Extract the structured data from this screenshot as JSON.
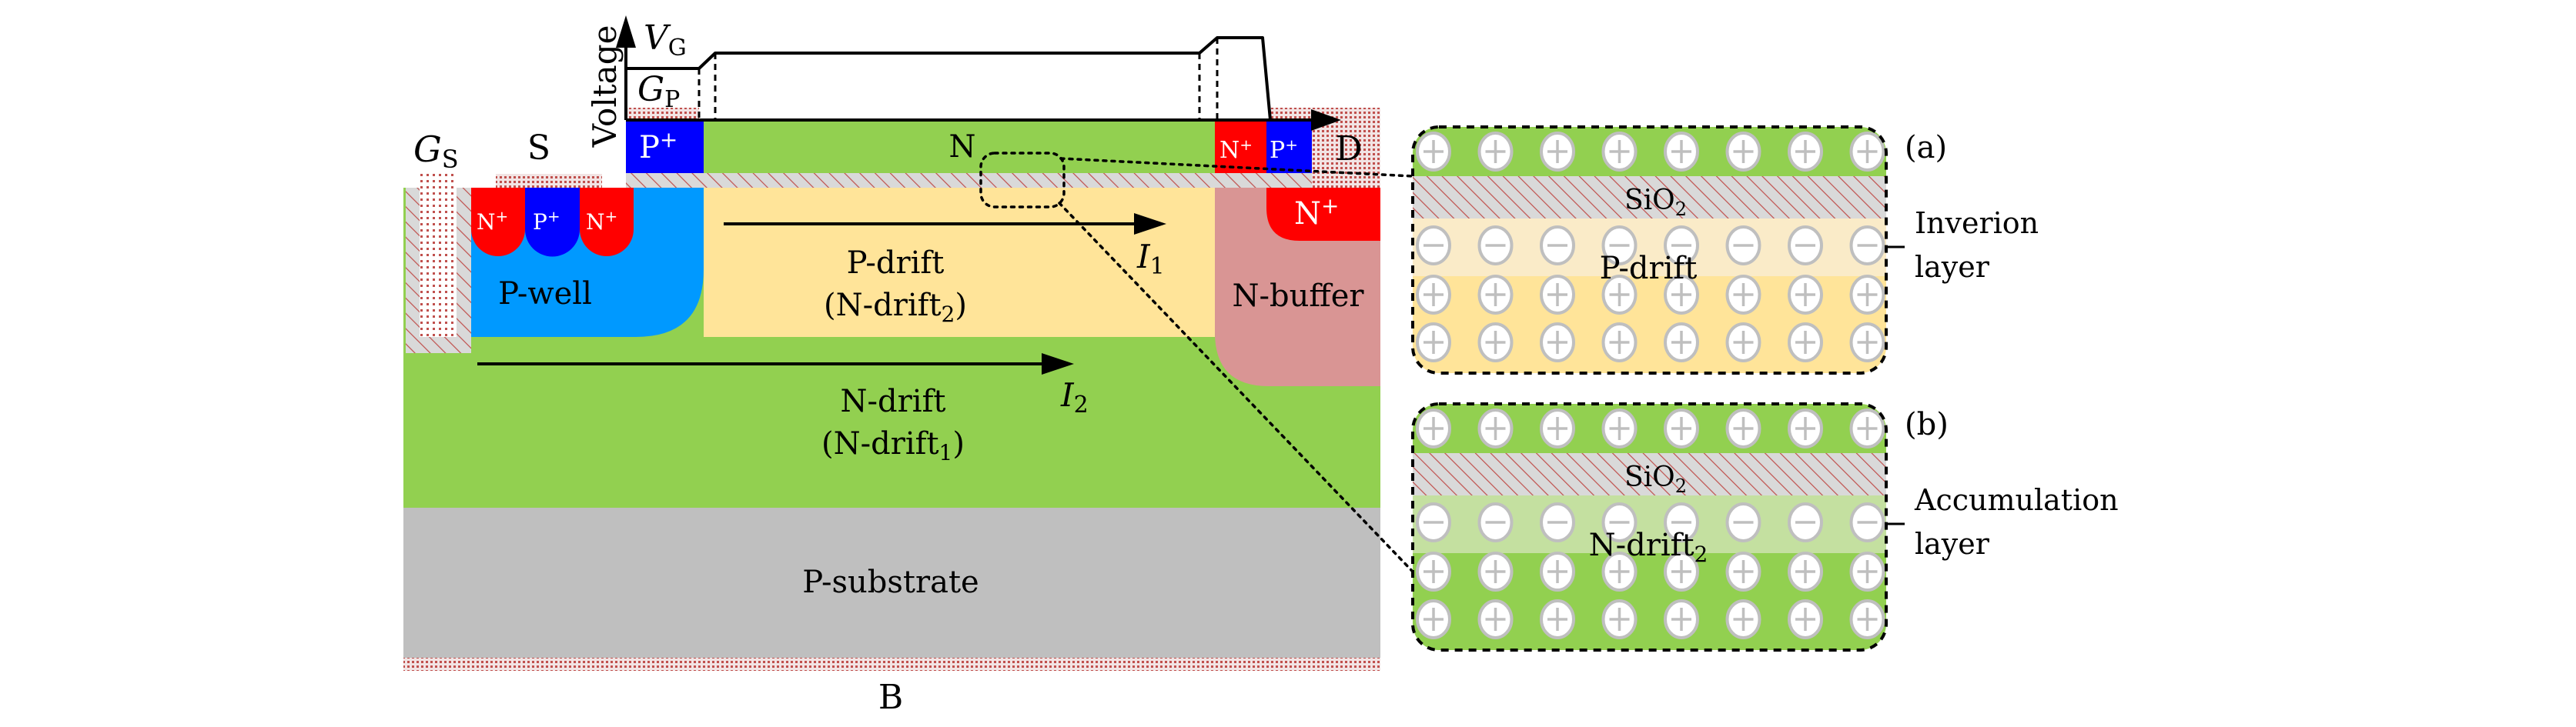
{
  "colors": {
    "n_region": "#92d050",
    "p_drift": "#ffe499",
    "p_well": "#0099ff",
    "n_plus": "#ff0000",
    "p_plus": "#0000ff",
    "n_buffer": "#d99594",
    "p_substrate": "#bfbfbf",
    "oxide": "#d9d9d9",
    "oxide_hatch": "#c0504d",
    "metal_dot": "#c0504d",
    "inversion_layer": "#faebc8",
    "accumulation_layer": "#c4e0a0",
    "charge_ring": "#bfbfbf"
  },
  "terminals": {
    "gs": {
      "main": "G",
      "sub": "S"
    },
    "s": "S",
    "d": "D",
    "b": "B",
    "gp": {
      "main": "G",
      "sub": "P"
    }
  },
  "waveform": {
    "axis_label": "Voltage",
    "vg": {
      "main": "V",
      "sub": "G"
    }
  },
  "regions": {
    "top_p_plus": {
      "main": "P",
      "sup": "+"
    },
    "top_n": "N",
    "source_n_plus_left": {
      "main": "N",
      "sup": "+"
    },
    "source_p_plus": {
      "main": "P",
      "sup": "+"
    },
    "source_n_plus_right": {
      "main": "N",
      "sup": "+"
    },
    "drain_top_n_plus": {
      "main": "N",
      "sup": "+"
    },
    "drain_top_p_plus": {
      "main": "P",
      "sup": "+"
    },
    "drain_n_plus": {
      "main": "N",
      "sup": "+"
    },
    "p_well": "P-well",
    "p_drift_line1": "P-drift",
    "p_drift_line2": {
      "pre": "(N-drift",
      "sub": "2",
      "post": ")"
    },
    "n_buffer": "N-buffer",
    "n_drift_line1": "N-drift",
    "n_drift_line2": {
      "pre": "(N-drift",
      "sub": "1",
      "post": ")"
    },
    "p_substrate": "P-substrate"
  },
  "currents": {
    "i1": {
      "main": "I",
      "sub": "1"
    },
    "i2": {
      "main": "I",
      "sub": "2"
    }
  },
  "insets": {
    "a": {
      "tag": "(a)",
      "oxide": {
        "main": "SiO",
        "sub": "2"
      },
      "layer_name": "P-drift",
      "callout_line1": "Inverion",
      "callout_line2": "layer",
      "rows": [
        "+",
        "oxide",
        "-",
        "+",
        "+"
      ],
      "charges_per_row": 8
    },
    "b": {
      "tag": "(b)",
      "oxide": {
        "main": "SiO",
        "sub": "2"
      },
      "layer_name": {
        "main": "N-drift",
        "sub": "2"
      },
      "callout_line1": "Accumulation",
      "callout_line2": "layer",
      "rows": [
        "+",
        "oxide",
        "-",
        "+",
        "+"
      ],
      "charges_per_row": 8
    }
  }
}
